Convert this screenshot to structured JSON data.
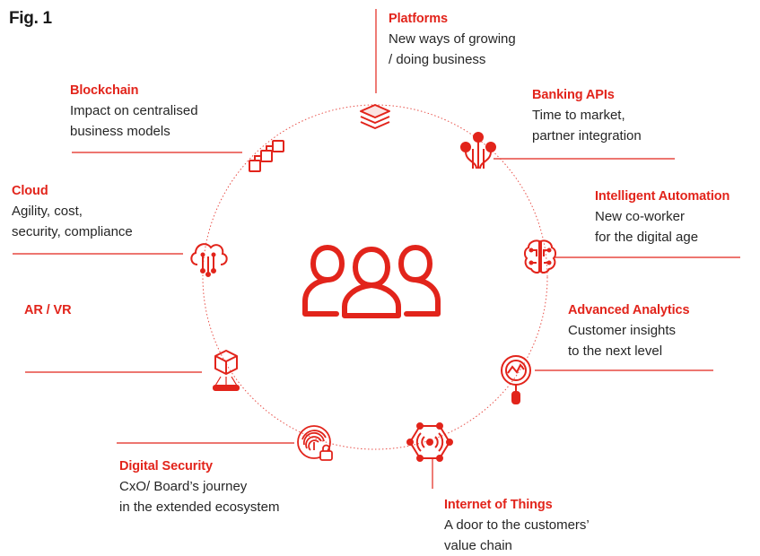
{
  "fig_label": "Fig. 1",
  "accent_color": "#e2241b",
  "items": [
    {
      "key": "platforms",
      "icon": "stacked-layers-icon",
      "title": "Platforms",
      "lines": [
        "New ways of growing",
        "/ doing business"
      ]
    },
    {
      "key": "banking_apis",
      "icon": "api-network-icon",
      "title": "Banking APIs",
      "lines": [
        "Time to market,",
        "partner integration"
      ]
    },
    {
      "key": "intelligent_automation",
      "icon": "brain-circuit-icon",
      "title": "Intelligent Automation",
      "lines": [
        "New co-worker",
        "for the digital age"
      ]
    },
    {
      "key": "advanced_analytics",
      "icon": "magnifier-chart-icon",
      "title": "Advanced Analytics",
      "lines": [
        "Customer insights",
        "to the next level"
      ]
    },
    {
      "key": "internet_of_things",
      "icon": "iot-hexagon-icon",
      "title": "Internet of Things",
      "lines": [
        "A door to the customers’",
        "value chain"
      ]
    },
    {
      "key": "digital_security",
      "icon": "fingerprint-lock-icon",
      "title": "Digital Security",
      "lines": [
        "CxO/ Board’s journey",
        "in the extended ecosystem"
      ]
    },
    {
      "key": "ar_vr",
      "icon": "hologram-cube-icon",
      "title": "AR / VR",
      "lines": []
    },
    {
      "key": "cloud",
      "icon": "cloud-connect-icon",
      "title": "Cloud",
      "lines": [
        "Agility, cost,",
        "security, compliance"
      ]
    },
    {
      "key": "blockchain",
      "icon": "chain-blocks-icon",
      "title": "Blockchain",
      "lines": [
        "Impact on centralised",
        "business models"
      ]
    }
  ],
  "center_icon": "people-group-icon"
}
